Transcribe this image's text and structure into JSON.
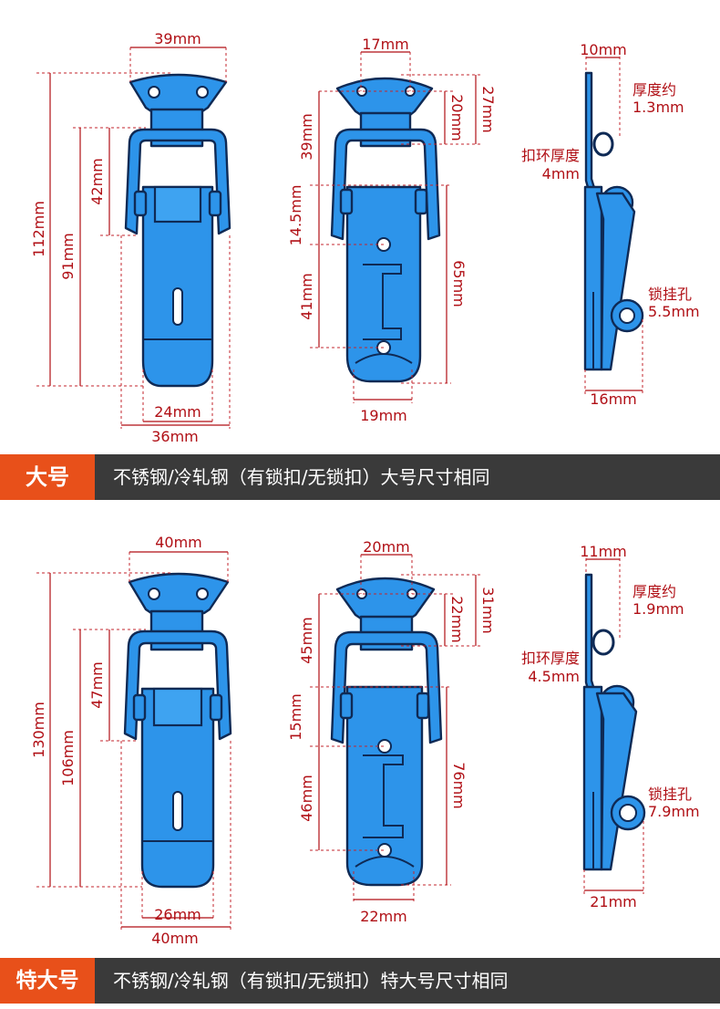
{
  "colors": {
    "part_fill": "#2d94ea",
    "part_outline": "#0f2a55",
    "dimension": "#b00f15",
    "badge": "#e8501a",
    "banner": "#3a3a3a"
  },
  "panels": [
    {
      "front": {
        "top_width": "39mm",
        "total_height": "112mm",
        "body_height": "91mm",
        "loop_height": "42mm",
        "inner_width": "24mm",
        "outer_width": "36mm"
      },
      "back": {
        "plate_width": "17mm",
        "plate_height": "27mm",
        "hole_offset": "20mm",
        "loop_height": "39mm",
        "hinge_gap": "14.5mm",
        "slot_height": "41mm",
        "body_height": "65mm",
        "body_width": "19mm"
      },
      "side": {
        "depth": "10mm",
        "thickness_label": "厚度约",
        "thickness_value": "1.3mm",
        "ring_label": "扣环厚度",
        "ring_value": "4mm",
        "hole_label": "锁挂孔",
        "hole_value": "5.5mm",
        "base_width": "16mm"
      },
      "badge": "大号",
      "caption": "不锈钢/冷轧钢（有锁扣/无锁扣）大号尺寸相同"
    },
    {
      "front": {
        "top_width": "40mm",
        "total_height": "130mm",
        "body_height": "106mm",
        "loop_height": "47mm",
        "inner_width": "26mm",
        "outer_width": "40mm"
      },
      "back": {
        "plate_width": "20mm",
        "plate_height": "31mm",
        "hole_offset": "22mm",
        "loop_height": "45mm",
        "hinge_gap": "15mm",
        "slot_height": "46mm",
        "body_height": "76mm",
        "body_width": "22mm"
      },
      "side": {
        "depth": "11mm",
        "thickness_label": "厚度约",
        "thickness_value": "1.9mm",
        "ring_label": "扣环厚度",
        "ring_value": "4.5mm",
        "hole_label": "锁挂孔",
        "hole_value": "7.9mm",
        "base_width": "21mm"
      },
      "badge": "特大号",
      "caption": "不锈钢/冷轧钢（有锁扣/无锁扣）特大号尺寸相同"
    }
  ]
}
